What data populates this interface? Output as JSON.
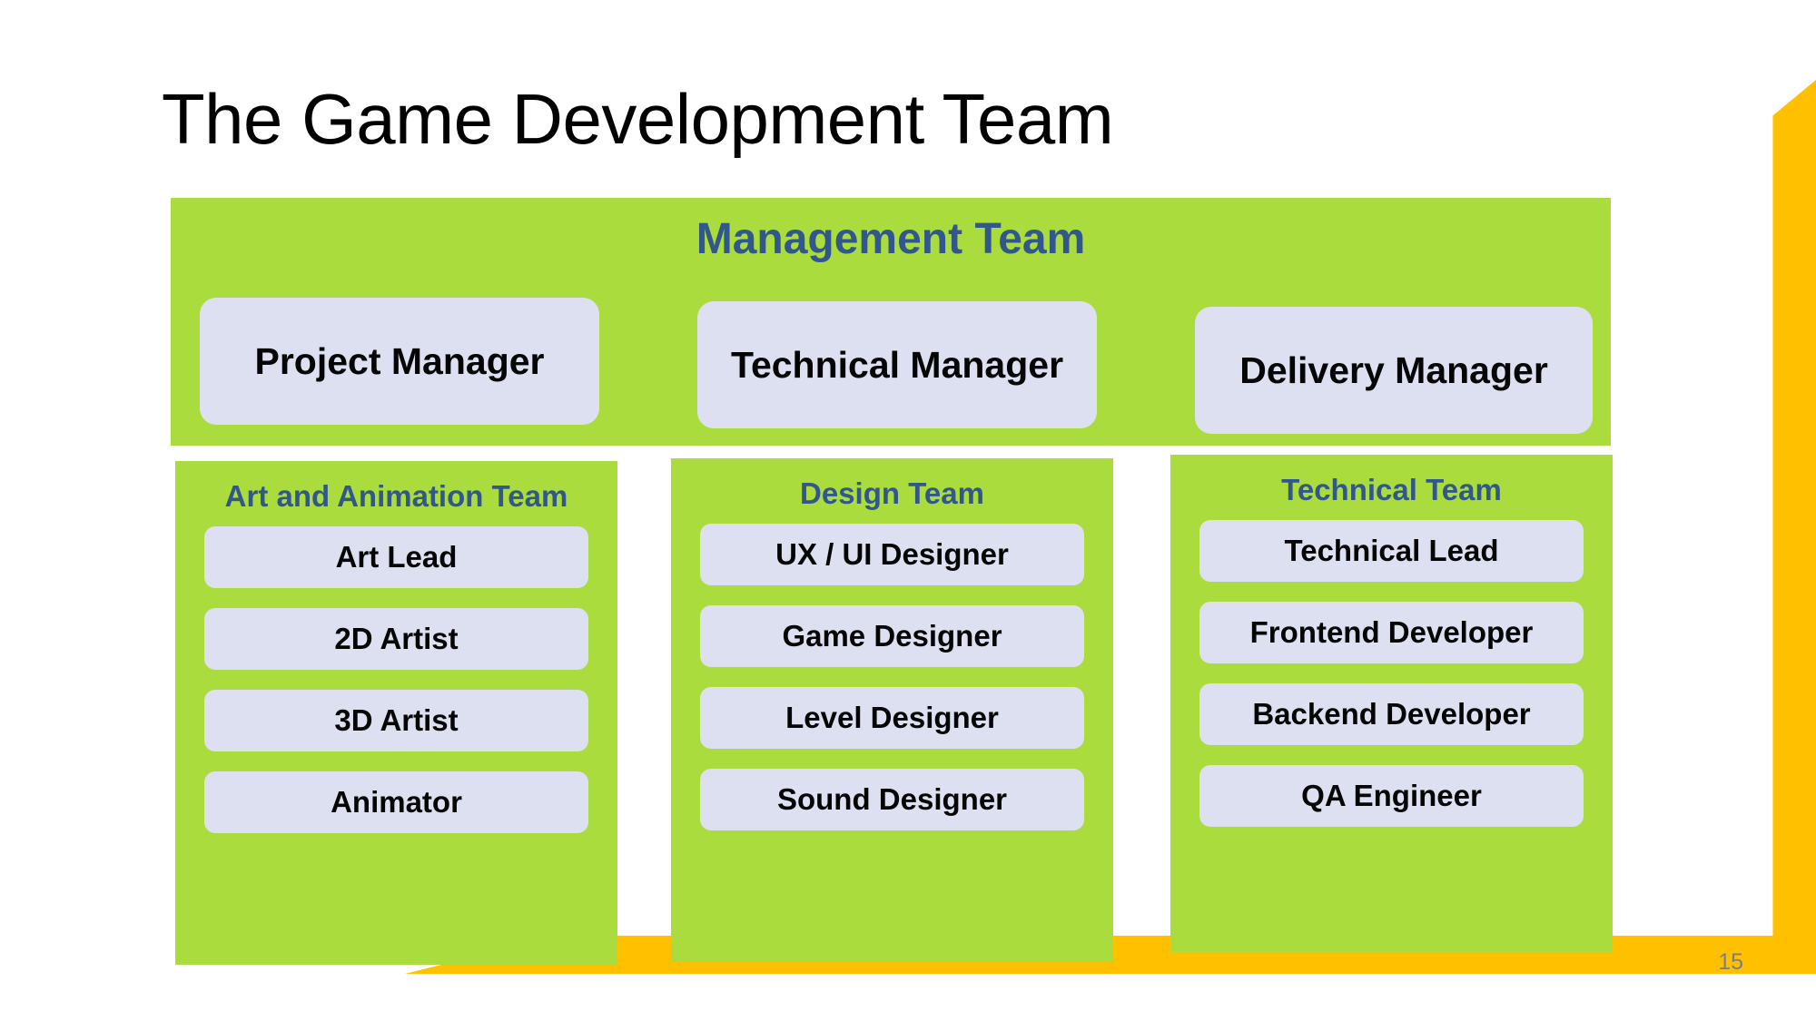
{
  "slide": {
    "title": "The Game Development Team",
    "page_number": "15",
    "colors": {
      "green": "#A9DC3C",
      "card": "#DCE0F0",
      "heading_blue": "#31578D",
      "accent_yellow": "#FFC000",
      "text_black": "#050505",
      "page_number_gray": "#7F7F7F"
    }
  },
  "management": {
    "title": "Management Team",
    "cards": [
      {
        "label": "Project Manager"
      },
      {
        "label": "Technical Manager"
      },
      {
        "label": "Delivery Manager"
      }
    ]
  },
  "teams": [
    {
      "heading": "Art and Animation Team",
      "roles": [
        {
          "label": "Art Lead"
        },
        {
          "label": "2D Artist"
        },
        {
          "label": "3D Artist"
        },
        {
          "label": "Animator"
        }
      ]
    },
    {
      "heading": "Design Team",
      "roles": [
        {
          "label": "UX / UI Designer"
        },
        {
          "label": "Game Designer"
        },
        {
          "label": "Level Designer"
        },
        {
          "label": "Sound Designer"
        }
      ]
    },
    {
      "heading": "Technical Team",
      "roles": [
        {
          "label": "Technical Lead"
        },
        {
          "label": "Frontend Developer"
        },
        {
          "label": "Backend Developer"
        },
        {
          "label": "QA Engineer"
        }
      ]
    }
  ]
}
